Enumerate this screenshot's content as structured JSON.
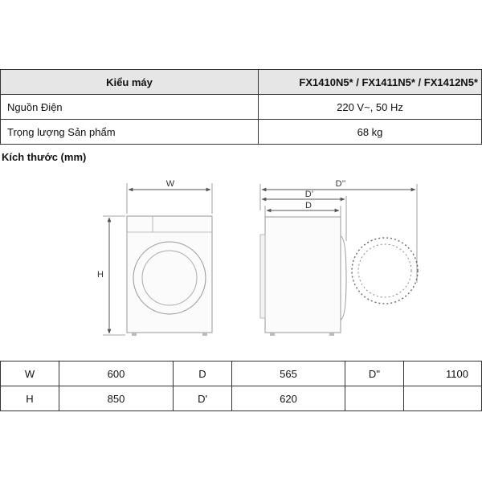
{
  "spec_table": {
    "header": {
      "label": "Kiểu máy",
      "value": "FX1410N5* / FX1411N5* / FX1412N5*"
    },
    "rows": [
      {
        "label": "Nguồn Điện",
        "value": "220 V~, 50 Hz"
      },
      {
        "label": "Trọng lượng Sản phẩm",
        "value": "68 kg"
      }
    ]
  },
  "dimensions_title": "Kích thước (mm)",
  "diagram": {
    "labels": {
      "w": "W",
      "h": "H",
      "d": "D",
      "d_prime": "D’",
      "d_double_prime": "D’’"
    }
  },
  "dimension_table": {
    "rows": [
      [
        {
          "label": "W",
          "value": "600"
        },
        {
          "label": "D",
          "value": "565"
        },
        {
          "label": "D''",
          "value": "1100"
        }
      ],
      [
        {
          "label": "H",
          "value": "850"
        },
        {
          "label": "D'",
          "value": "620"
        },
        {
          "label": "",
          "value": ""
        }
      ]
    ]
  }
}
